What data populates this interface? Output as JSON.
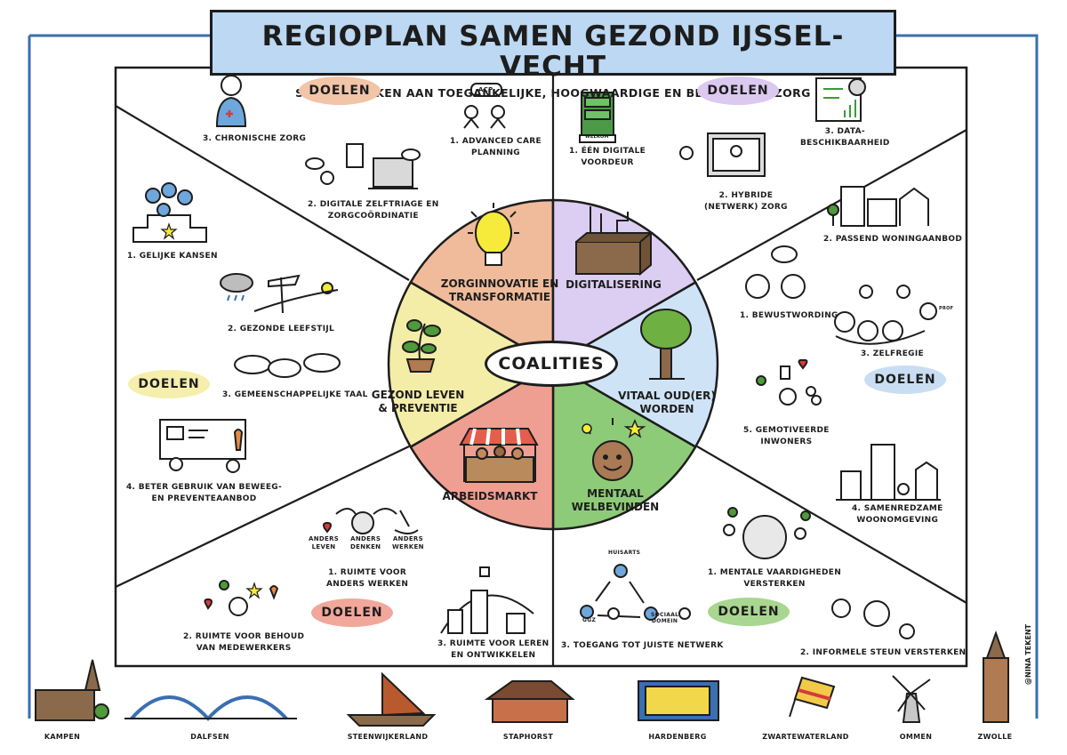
{
  "header": {
    "title": "REGIOPLAN SAMEN GEZOND IJSSEL-VECHT",
    "subtitle": "SAMEN WERKEN AAN TOEGANKELIJKE, HOOGWAARDIGE EN BETAALBARE ZORG"
  },
  "center": {
    "label": "COALITIES"
  },
  "doelen_label": "DOELEN",
  "colors": {
    "zorginnovatie": "#efbb9a",
    "digitalisering": "#dccdf2",
    "vitaal": "#cfe3f6",
    "mentaal": "#8ecb78",
    "arbeidsmarkt": "#ef9f92",
    "gezond": "#f3eda8",
    "doelen_peach": "#f2c4a8",
    "doelen_purple": "#dcc9f0",
    "doelen_blue": "#c9def3",
    "doelen_green": "#a9d690",
    "doelen_red": "#f1a89b",
    "doelen_yellow": "#f5eeac",
    "frame_blue": "#3a6fb0"
  },
  "sectors": [
    {
      "key": "zorginnovatie",
      "label_l1": "ZORGINNOVATIE EN",
      "label_l2": "TRANSFORMATIE",
      "icon": "lightbulb-icon"
    },
    {
      "key": "digitalisering",
      "label_l1": "DIGITALISERING",
      "label_l2": "",
      "icon": "box-icon"
    },
    {
      "key": "vitaal",
      "label_l1": "VITAAL OUD(ER)",
      "label_l2": "WORDEN",
      "icon": "tree-icon"
    },
    {
      "key": "mentaal",
      "label_l1": "MENTAAL",
      "label_l2": "WELBEVINDEN",
      "icon": "smiley-icon"
    },
    {
      "key": "arbeidsmarkt",
      "label_l1": "ARBEIDSMARKT",
      "label_l2": "",
      "icon": "market-stall-icon"
    },
    {
      "key": "gezond",
      "label_l1": "GEZOND LEVEN",
      "label_l2": "& PREVENTIE",
      "icon": "plant-icon"
    }
  ],
  "goals": {
    "zorginnovatie": [
      {
        "l1": "3. CHRONISCHE ZORG",
        "l2": ""
      },
      {
        "l1": "1. ADVANCED CARE",
        "l2": "PLANNING"
      },
      {
        "l1": "2. DIGITALE ZELFTRIAGE EN",
        "l2": "ZORGCOÖRDINATIE"
      }
    ],
    "digitalisering": [
      {
        "l1": "1. ÉÉN DIGITALE",
        "l2": "VOORDEUR"
      },
      {
        "l1": "3. DATA-",
        "l2": "BESCHIKBAARHEID"
      },
      {
        "l1": "2. HYBRIDE",
        "l2": "(NETWERK) ZORG"
      }
    ],
    "vitaal": [
      {
        "l1": "2. PASSEND WONINGAANBOD",
        "l2": ""
      },
      {
        "l1": "1. BEWUSTWORDING",
        "l2": ""
      },
      {
        "l1": "3. ZELFREGIE",
        "l2": ""
      },
      {
        "l1": "5. GEMOTIVEERDE",
        "l2": "INWONERS"
      },
      {
        "l1": "4. SAMENREDZAME",
        "l2": "WOONOMGEVING"
      }
    ],
    "mentaal": [
      {
        "l1": "1. MENTALE VAARDIGHEDEN",
        "l2": "VERSTERKEN"
      },
      {
        "l1": "3. TOEGANG TOT JUISTE NETWERK",
        "l2": ""
      },
      {
        "l1": "2. INFORMELE STEUN VERSTERKEN",
        "l2": ""
      }
    ],
    "arbeidsmarkt": [
      {
        "l1": "1. RUIMTE VOOR",
        "l2": "ANDERS WERKEN"
      },
      {
        "l1": "2. RUIMTE VOOR BEHOUD",
        "l2": "VAN MEDEWERKERS"
      },
      {
        "l1": "3. RUIMTE VOOR LEREN",
        "l2": "EN ONTWIKKELEN"
      }
    ],
    "gezond": [
      {
        "l1": "1. GELIJKE KANSEN",
        "l2": ""
      },
      {
        "l1": "2. GEZONDE LEEFSTIJL",
        "l2": ""
      },
      {
        "l1": "3. GEMEENSCHAPPELIJKE TAAL",
        "l2": ""
      },
      {
        "l1": "4. BETER GEBRUIK VAN BEWEEG-",
        "l2": "EN PREVENTEAANBOD"
      }
    ]
  },
  "small_labels": {
    "acp": "ACP",
    "welkom": "WELKOM",
    "anders_leven_l1": "ANDERS",
    "anders_leven_l2": "LEVEN",
    "anders_denken_l1": "ANDERS",
    "anders_denken_l2": "DENKEN",
    "anders_werken_l1": "ANDERS",
    "anders_werken_l2": "WERKEN",
    "huisarts": "HUISARTS",
    "ggz": "GGZ",
    "sociaal_l1": "SOCIAAL",
    "sociaal_l2": "DOMEIN",
    "prof": "PROF"
  },
  "towns": [
    "KAMPEN",
    "DALFSEN",
    "STEENWIJKERLAND",
    "STAPHORST",
    "HARDENBERG",
    "ZWARTEWATERLAND",
    "OMMEN",
    "ZWOLLE"
  ],
  "credit": "@NINA TEKENT"
}
